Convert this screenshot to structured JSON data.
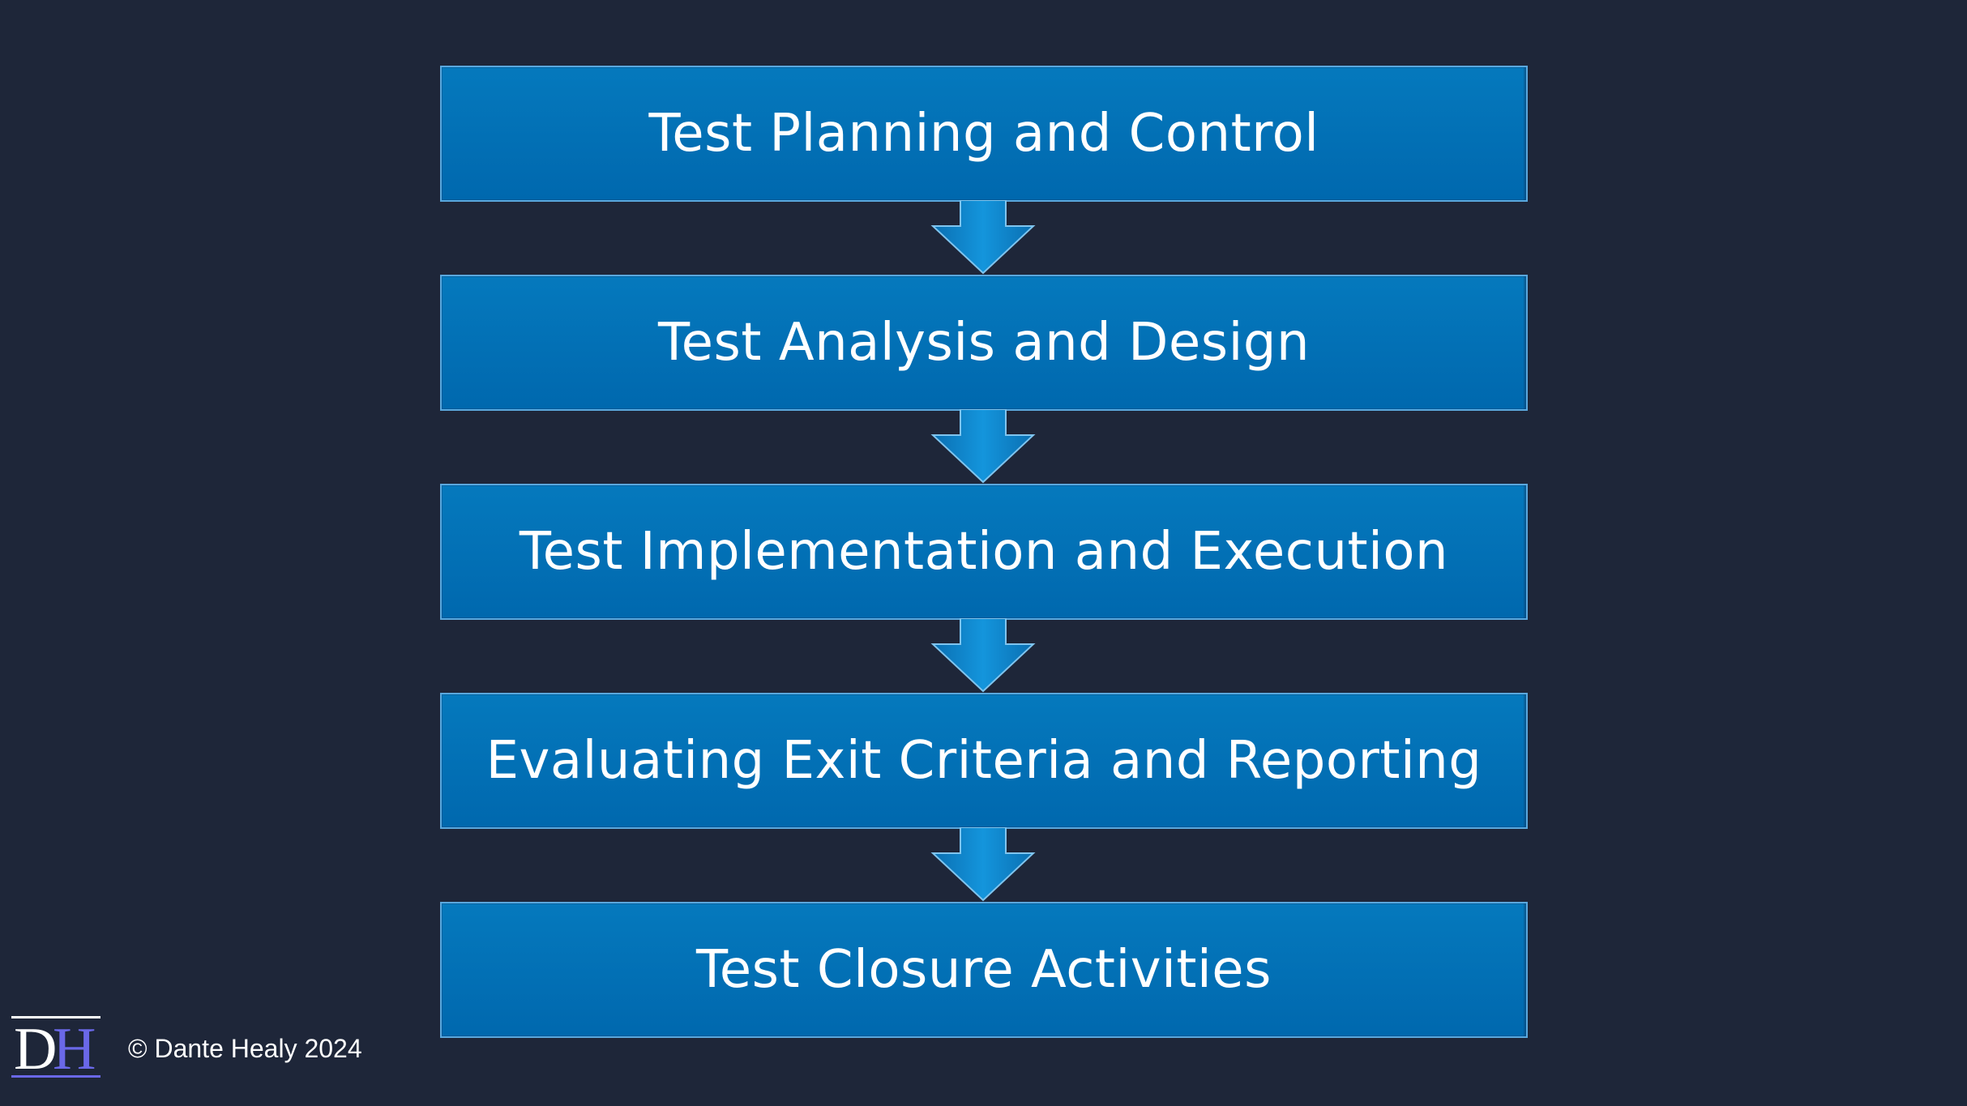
{
  "steps": [
    "Test Planning and Control",
    "Test Analysis and Design",
    "Test Implementation and Execution",
    "Evaluating Exit Criteria and Reporting",
    "Test Closure Activities"
  ],
  "footer": {
    "logo": "DH",
    "copyright": "© Dante Healy 2024"
  },
  "colors": {
    "background": "#1e2639",
    "step_fill": "#0570b8",
    "step_border": "#5aa8de",
    "arrow_fill": "#0e84cc",
    "logo_accent": "#6a68e8"
  }
}
